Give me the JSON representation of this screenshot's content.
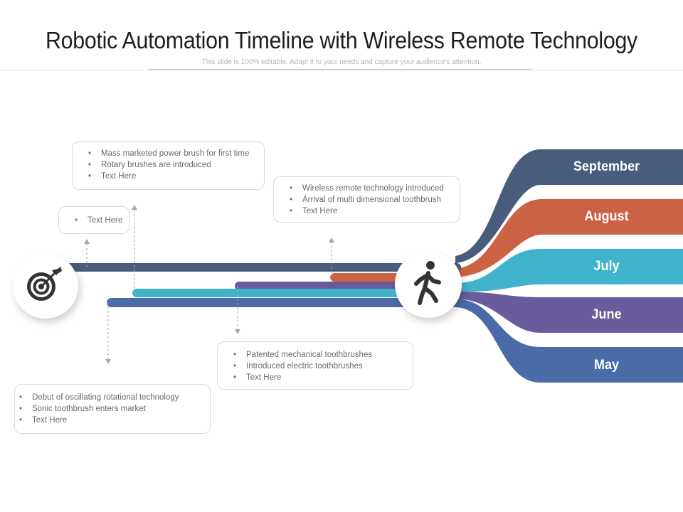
{
  "header": {
    "title": "Robotic Automation Timeline with Wireless Remote Technology",
    "subtitle": "This slide is 100% editable. Adapt it to your needs and capture your audience's attention."
  },
  "colors": {
    "september": "#485d7c",
    "august": "#cc6244",
    "july": "#3fb3cc",
    "june": "#6a5b9c",
    "may": "#4a6aa8",
    "text": "#6b6b6b"
  },
  "icons": {
    "start": "target-icon",
    "end": "walking-person-icon"
  },
  "months": [
    "September",
    "August",
    "July",
    "June",
    "May"
  ],
  "boxes": {
    "top_left_main": [
      "Mass marketed power brush for first time",
      "Rotary brushes are introduced",
      "Text Here"
    ],
    "top_left_small": [
      "Text Here"
    ],
    "top_right": [
      "Wireless remote technology introduced",
      "Arrival  of multi dimensional toothbrush",
      "Text Here"
    ],
    "bottom_middle": [
      "Patented mechanical toothbrushes",
      "Introduced electric toothbrushes",
      "Text Here"
    ],
    "bottom_left": [
      "Debut of oscillating rotational technology",
      "Sonic toothbrush enters market",
      "Text Here"
    ]
  }
}
